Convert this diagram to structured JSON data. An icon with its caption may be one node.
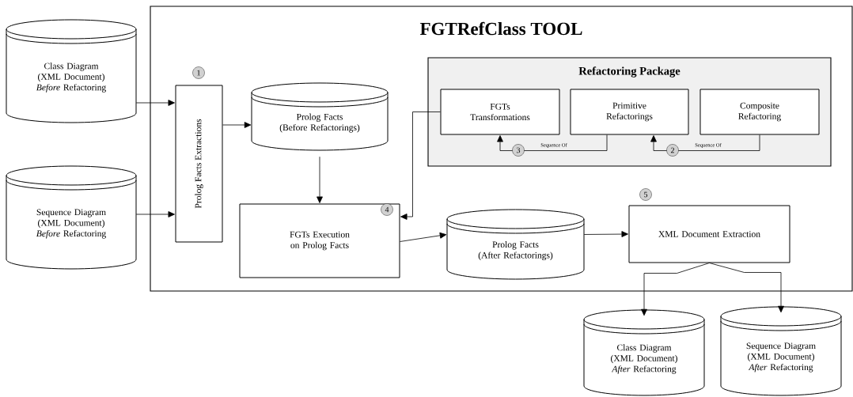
{
  "diagram": {
    "nodes": [
      {
        "text": [
          "FGTRefClass TOOL"
        ]
      },
      {
        "text": [
          "Class Diagram (XML Document) *Before* Refactoring"
        ]
      },
      {
        "text": [
          "Sequence Diagram (XML Document) *Before* Refactoring"
        ]
      },
      {
        "text": [
          "Prolog Facts Extractions"
        ],
        "in": 0,
        "beside": [
          "1"
        ]
      },
      {
        "text": [
          "Prolog Facts",
          "(Before Refactorings)"
        ],
        "in": 0
      },
      {
        "text": [
          "Refactoring Package"
        ],
        "in": 0
      },
      {
        "text": [
          "FGTs Transformations"
        ],
        "in": 5
      },
      {
        "text": [
          "Primitive Refactorings"
        ],
        "in": 5
      },
      {
        "text": [
          "Composite Refactoring"
        ],
        "in": 5
      },
      {
        "text": [
          "FGTs Execution on Prolog Facts",
          "4"
        ],
        "in": 0
      },
      {
        "text": [
          "Prolog Facts",
          "(After Refactorings)"
        ],
        "in": 0
      },
      {
        "text": [
          "XML Document Extraction"
        ],
        "in": 0,
        "beside": [
          "5"
        ]
      },
      {
        "text": [
          "Class Diagram (XML Document) *After* Refactoring"
        ]
      },
      {
        "text": [
          "Sequence Diagram (XML Document) *After* Refactoring"
        ]
      }
    ],
    "edges": [
      {
        "from": 1,
        "to": 3,
        "arrow": "to"
      },
      {
        "from": 2,
        "to": 3,
        "arrow": "to"
      },
      {
        "from": 3,
        "to": 4,
        "arrow": "to"
      },
      {
        "from": 4,
        "to": 9,
        "arrow": "to"
      },
      {
        "from": 6,
        "to": 9,
        "arrow": "to"
      },
      {
        "from": 7,
        "to": 6,
        "arrow": "to",
        "label": "Sequence Of"
      },
      {
        "from": 8,
        "to": 7,
        "arrow": "to",
        "label": "Sequence Of"
      },
      {
        "from": 9,
        "to": 10,
        "arrow": "to"
      },
      {
        "from": 10,
        "to": 11,
        "arrow": "to"
      },
      {
        "from": 11,
        "to": 12,
        "arrow": "to"
      },
      {
        "from": 11,
        "to": 13,
        "arrow": "to"
      }
    ],
    "labels": [
      "3",
      "2"
    ]
  }
}
